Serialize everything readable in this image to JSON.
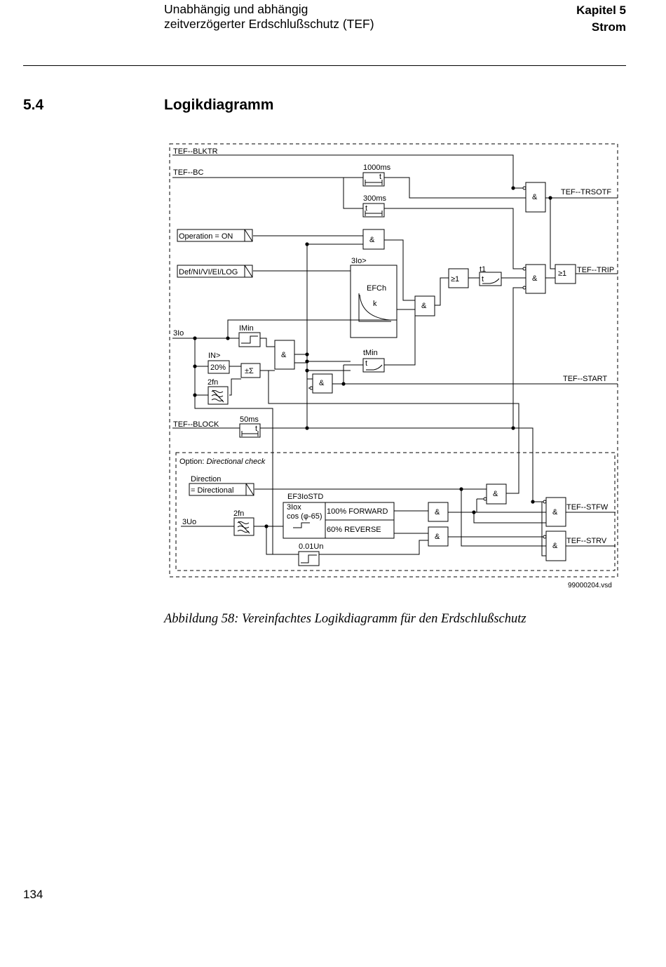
{
  "header": {
    "title_line1": "Unabhängig und abhängig",
    "title_line2": "zeitverzögerter Erdschlußschutz (TEF)",
    "chapter": "Kapitel 5",
    "chapter_name": "Strom"
  },
  "section": {
    "number": "5.4",
    "title": "Logikdiagramm"
  },
  "diagram": {
    "inputs": {
      "blktr": "TEF--BLKTR",
      "bc": "TEF--BC",
      "operation": "Operation = ON",
      "characteristic": "Def/NI/VI/EI/LOG",
      "io": "3Io",
      "block": "TEF--BLOCK",
      "uo": "3Uo"
    },
    "outputs": {
      "trsotf": "TEF--TRSOTF",
      "trip": "TEF--TRIP",
      "start": "TEF--START",
      "stfw": "TEF--STFW",
      "strv": "TEF--STRV"
    },
    "timers": {
      "t1000": "1000ms",
      "t300": "300ms",
      "t50": "50ms",
      "tmin": "tMin",
      "t1": "t1",
      "t_label": "t",
      "t001": "0.01Un"
    },
    "blocks": {
      "and": "&",
      "or": "≥1",
      "io_set": "3Io>",
      "efch": "EFCh",
      "k": "k",
      "imin": "IMin",
      "in_set": "IN>",
      "in_pct": "20%",
      "twofn": "2fn",
      "sum": "±Σ",
      "option": "Option: ",
      "option_italic": "Directional check",
      "direction": "Direction",
      "directional": "= Directional",
      "ef3iostd": "EF3IoSTD",
      "iox": "3Iox",
      "cos": "cos (φ-65)",
      "forward": "100% FORWARD",
      "reverse": "60% REVERSE"
    },
    "file_ref": "99000204.vsd"
  },
  "caption": "Abbildung 58: Vereinfachtes Logikdiagramm für den Erdschlußschutz",
  "page_number": "134"
}
